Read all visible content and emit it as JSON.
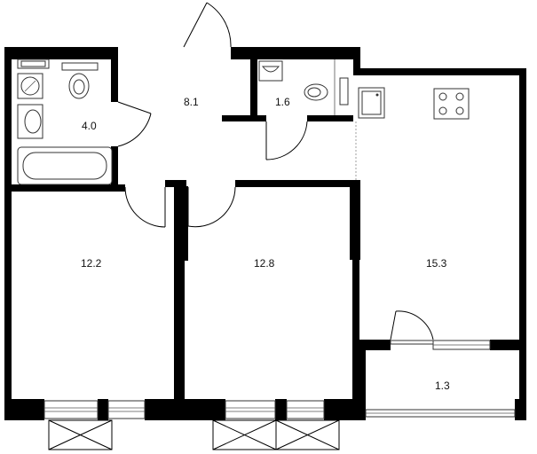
{
  "floor_plan": {
    "rooms": [
      {
        "id": "bathroom",
        "area": "4.0"
      },
      {
        "id": "hallway",
        "area": "8.1"
      },
      {
        "id": "toilet",
        "area": "1.6"
      },
      {
        "id": "kitchen",
        "area": "15.3"
      },
      {
        "id": "bedroom",
        "area": "12.2"
      },
      {
        "id": "living-room",
        "area": "12.8"
      },
      {
        "id": "balcony",
        "area": "1.3"
      }
    ]
  }
}
